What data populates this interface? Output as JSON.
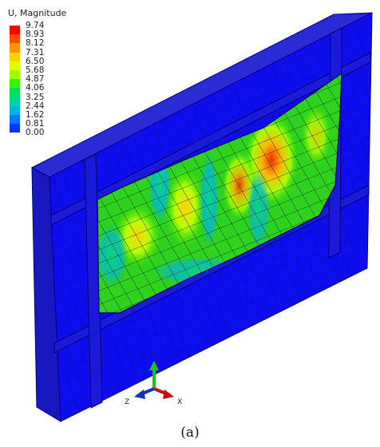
{
  "legend": {
    "title": "U, Magnitude",
    "values": [
      "9.74",
      "8.93",
      "8.12",
      "7.31",
      "6.50",
      "5.68",
      "4.87",
      "4.06",
      "3.25",
      "2.44",
      "1.62",
      "0.81",
      "0.00"
    ],
    "colors": [
      "#ff0000",
      "#ff4a00",
      "#ff9400",
      "#ffd300",
      "#e3ff00",
      "#9cff00",
      "#3bf000",
      "#00e05a",
      "#00d2a8",
      "#00b4e6",
      "#0078ff",
      "#0038ff",
      "#0000ff"
    ]
  },
  "triad": {
    "y": "Y",
    "z": "Z",
    "x": "X"
  },
  "caption": "(a)"
}
